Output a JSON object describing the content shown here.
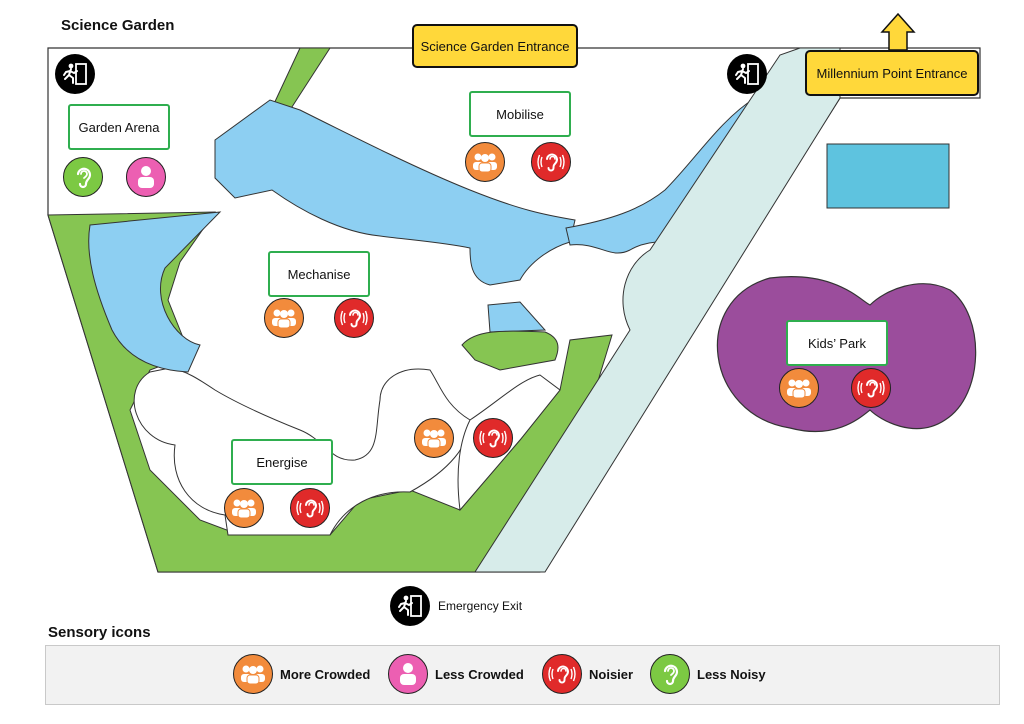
{
  "title": "Science Garden",
  "entrances": {
    "science_garden": "Science Garden Entrance",
    "millennium_point": "Millennium Point Entrance"
  },
  "areas": {
    "garden_arena": "Garden Arena",
    "mobilise": "Mobilise",
    "mechanise": "Mechanise",
    "energise": "Energise",
    "kids_park": "Kids’ Park"
  },
  "emergency_exit_label": "Emergency Exit",
  "legend": {
    "title": "Sensory icons",
    "items": [
      {
        "label": "More Crowded",
        "icon": "crowd-icon",
        "color": "#f28b3c"
      },
      {
        "label": "Less Crowded",
        "icon": "person-icon",
        "color": "#ec5fb2"
      },
      {
        "label": "Noisier",
        "icon": "noisy-ear-icon",
        "color": "#e02a2a"
      },
      {
        "label": "Less Noisy",
        "icon": "ear-icon",
        "color": "#7cc943"
      }
    ]
  },
  "colors": {
    "grass": "#86c552",
    "water": "#8dcff2",
    "path": "#d7ecea",
    "kids_park": "#9b4d9c",
    "label_border": "#2fae4f",
    "entrance": "#ffd83a"
  }
}
